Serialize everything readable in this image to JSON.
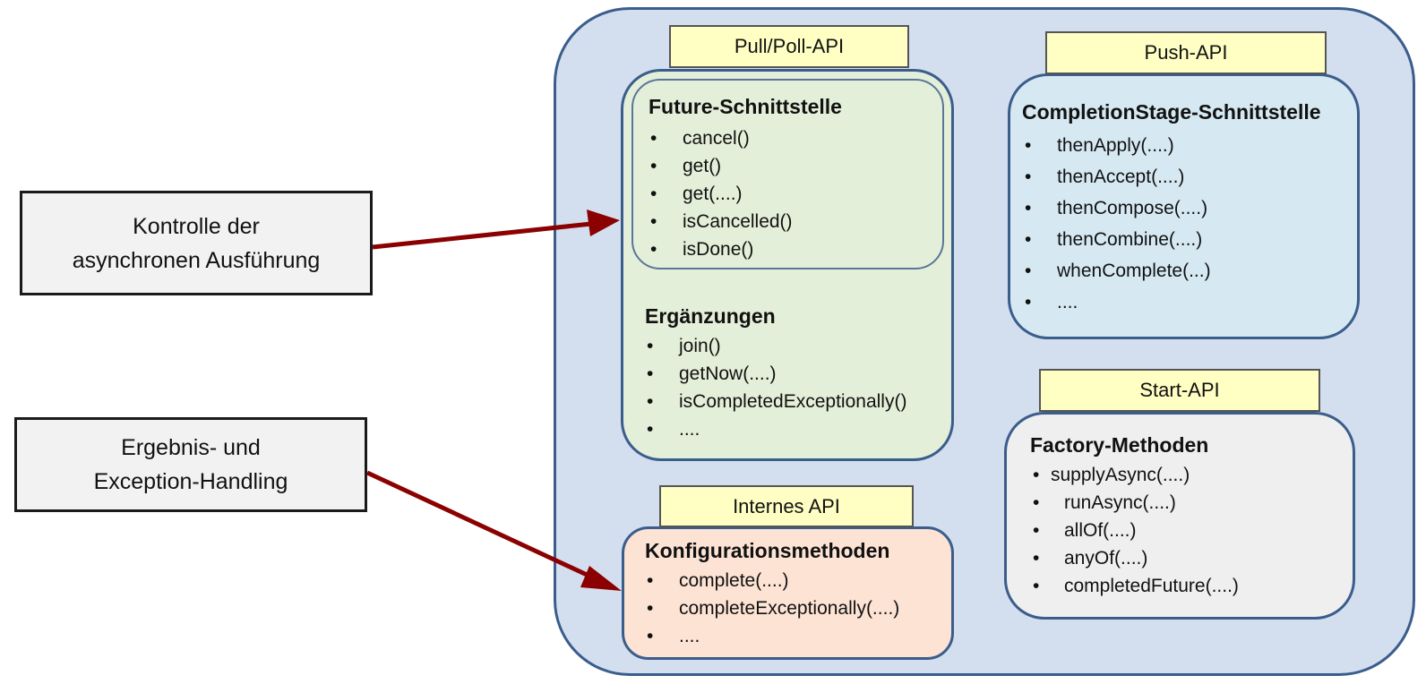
{
  "side_boxes": {
    "control": {
      "line1": "Kontrolle der",
      "line2": "asynchronen Ausführung"
    },
    "result": {
      "line1": "Ergebnis- und",
      "line2": "Exception-Handling"
    }
  },
  "colors": {
    "arrow": "#8b0000",
    "container": "#d3dfee",
    "label_bg": "#ffffc4"
  },
  "pull_api": {
    "label": "Pull/Poll-API",
    "future": {
      "title": "Future-Schnittstelle",
      "items": [
        "cancel()",
        "get()",
        "get(....)",
        "isCancelled()",
        "isDone()"
      ]
    },
    "extensions": {
      "title": "Ergänzungen",
      "items": [
        "join()",
        "getNow(....)",
        "isCompletedExceptionally()",
        "...."
      ]
    }
  },
  "push_api": {
    "label": "Push-API",
    "title": "CompletionStage-Schnittstelle",
    "items": [
      "thenApply(....)",
      "thenAccept(....)",
      "thenCompose(....)",
      "thenCombine(....)",
      "whenComplete(...)",
      "...."
    ]
  },
  "start_api": {
    "label": "Start-API",
    "title": "Factory-Methoden",
    "items": [
      "supplyAsync(....)",
      "runAsync(....)",
      "allOf(....)",
      "anyOf(....)",
      "completedFuture(....)"
    ]
  },
  "internal_api": {
    "label": "Internes API",
    "title": "Konfigurationsmethoden",
    "items": [
      "complete(....)",
      "completeExceptionally(....)",
      "...."
    ]
  },
  "bullet": "•"
}
